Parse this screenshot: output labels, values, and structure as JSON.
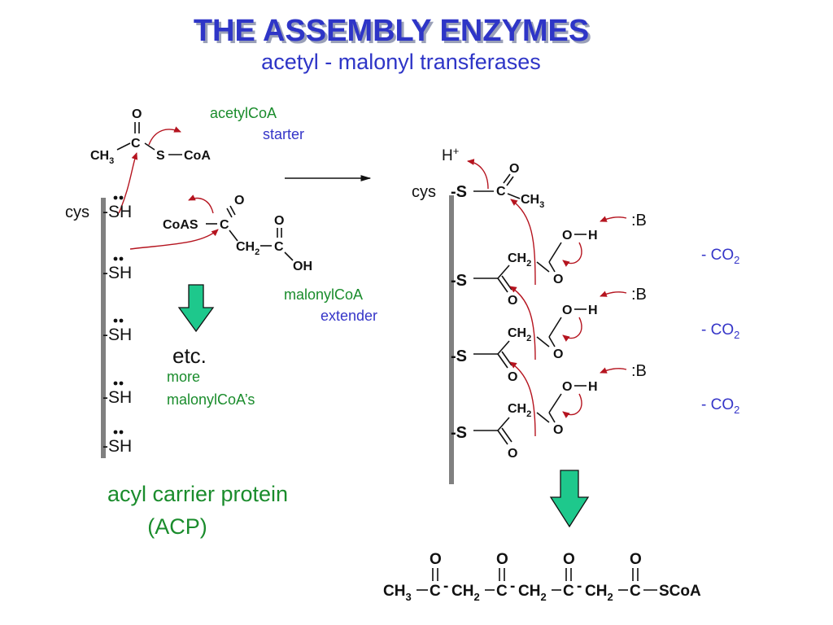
{
  "title": "THE ASSEMBLY ENZYMES",
  "subtitle": "acetyl - malonyl transferases",
  "colors": {
    "title_blue": "#2e35c7",
    "title_shadow": "#9aa0b8",
    "green": "#1a8c2c",
    "blue": "#3535c8",
    "arrow_red": "#b5141f",
    "teal_arrow": "#1ec88c",
    "acp_bar": "#808080"
  },
  "labels": {
    "acetylcoa": "acetylCoA",
    "starter": "starter",
    "malonylcoa": "malonylCoA",
    "extender": "extender",
    "etc": "etc.",
    "more": "more",
    "more_malonyl": "malonylCoA’s",
    "acp_line1": "acyl carrier protein",
    "acp_line2": "(ACP)",
    "co2_minus": "- CO",
    "co2_sub": "2",
    "base": ":B",
    "h_plus": "H",
    "plus": "+"
  },
  "atoms": {
    "O": "O",
    "C": "C",
    "CH": "CH",
    "sub3": "3",
    "sub2": "2",
    "S": "S",
    "SH": "SH",
    "dash_S": "-S",
    "dash_SH": "-SH",
    "CoA": "CoA",
    "CoAS": "CoAS",
    "OH": "OH",
    "H": "H",
    "cys": "cys",
    "dash": "-",
    "SCoA": "SCoA"
  },
  "icons": {
    "reaction_arrow": "long-right-arrow-icon",
    "process_arrow": "down-block-arrow-icon",
    "electron_pair": "lone-pair-dots-icon",
    "curved_arrow": "curved-electron-arrow-icon"
  }
}
